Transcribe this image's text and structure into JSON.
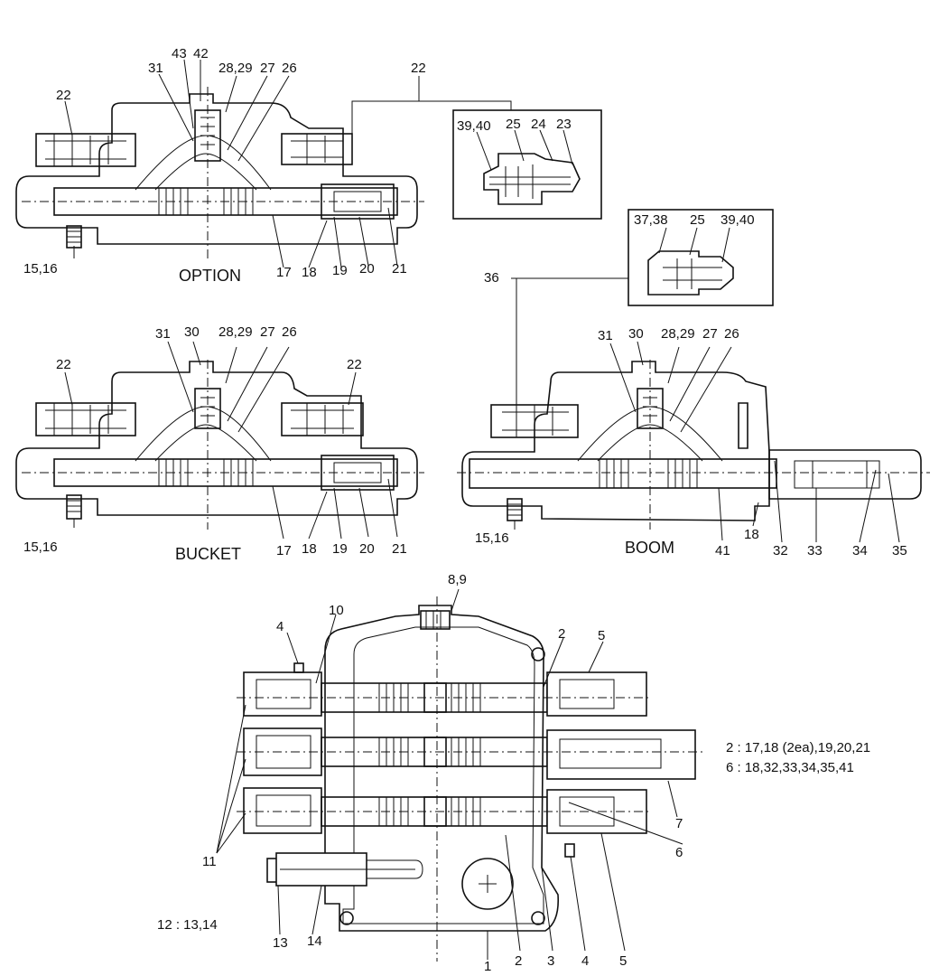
{
  "views": {
    "option": {
      "title": "OPTION"
    },
    "bucket": {
      "title": "BUCKET"
    },
    "boom": {
      "title": "BOOM"
    }
  },
  "labels": {
    "option": [
      "43",
      "42",
      "31",
      "28,29",
      "27",
      "26",
      "22",
      "15,16",
      "17",
      "18",
      "19",
      "20",
      "21"
    ],
    "detail_a": [
      "22",
      "39,40",
      "25",
      "24",
      "23"
    ],
    "detail_b": [
      "36",
      "37,38",
      "25",
      "39,40"
    ],
    "bucket": [
      "31",
      "30",
      "28,29",
      "27",
      "26",
      "22",
      "22",
      "15,16",
      "17",
      "18",
      "19",
      "20",
      "21"
    ],
    "boom": [
      "31",
      "30",
      "28,29",
      "27",
      "26",
      "15,16",
      "41",
      "18",
      "32",
      "33",
      "34",
      "35"
    ],
    "assembly": [
      "8,9",
      "10",
      "4",
      "2",
      "5",
      "7",
      "6",
      "11",
      "13",
      "14",
      "1",
      "2",
      "3",
      "4",
      "5"
    ]
  },
  "notes": {
    "note_2": "2 : 17,18 (2ea),19,20,21",
    "note_6": "6 : 18,32,33,34,35,41",
    "note_12": "12  : 13,14"
  }
}
